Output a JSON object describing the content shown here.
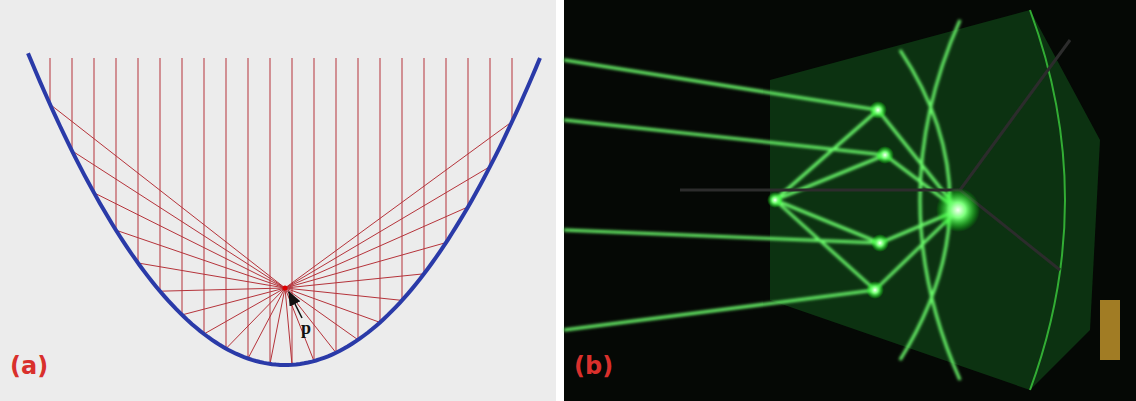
{
  "diagram": {
    "labels": [
      "(a)",
      "p",
      "(b)"
    ]
  }
}
